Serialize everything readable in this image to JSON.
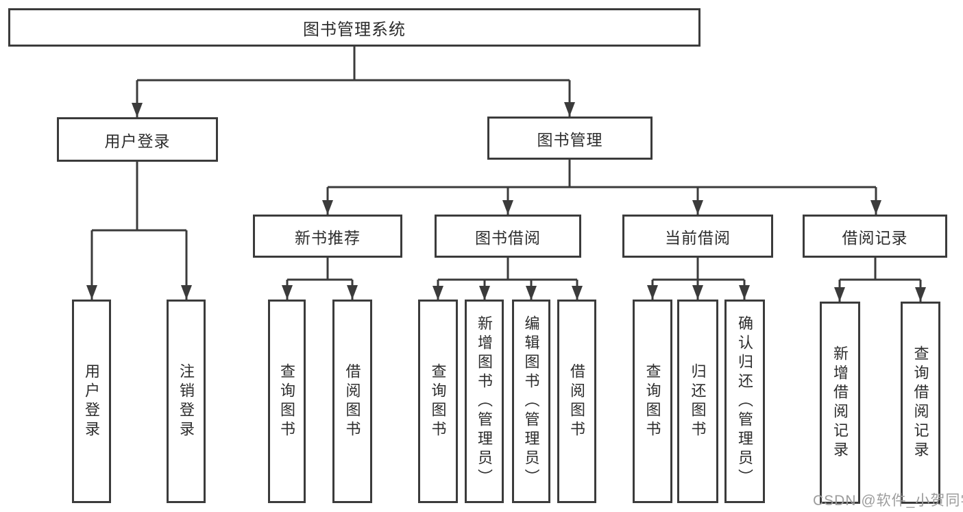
{
  "diagram": {
    "root": {
      "label": "图书管理系统"
    },
    "level2": [
      {
        "label": "用户登录"
      },
      {
        "label": "图书管理"
      }
    ],
    "level3": [
      {
        "label": "新书推荐"
      },
      {
        "label": "图书借阅"
      },
      {
        "label": "当前借阅"
      },
      {
        "label": "借阅记录"
      }
    ],
    "leaves": {
      "user_login": [
        {
          "label": "用户登录"
        },
        {
          "label": "注销登录"
        }
      ],
      "new_book": [
        {
          "label": "查询图书"
        },
        {
          "label": "借阅图书"
        }
      ],
      "book_borrow": [
        {
          "label": "查询图书"
        },
        {
          "label": "新增图书（管理员）"
        },
        {
          "label": "编辑图书（管理员）"
        },
        {
          "label": "借阅图书"
        }
      ],
      "current_borrow": [
        {
          "label": "查询图书"
        },
        {
          "label": "归还图书"
        },
        {
          "label": "确认归还（管理员）"
        }
      ],
      "borrow_records": [
        {
          "label": "新增借阅记录"
        },
        {
          "label": "查询借阅记录"
        }
      ]
    }
  },
  "watermark": {
    "text": "CSDN @软件_小贺同学"
  },
  "colors": {
    "line": "#3b3b3b",
    "text": "#2d2d2d",
    "watermark": "#9c9c9c",
    "background": "#ffffff"
  }
}
